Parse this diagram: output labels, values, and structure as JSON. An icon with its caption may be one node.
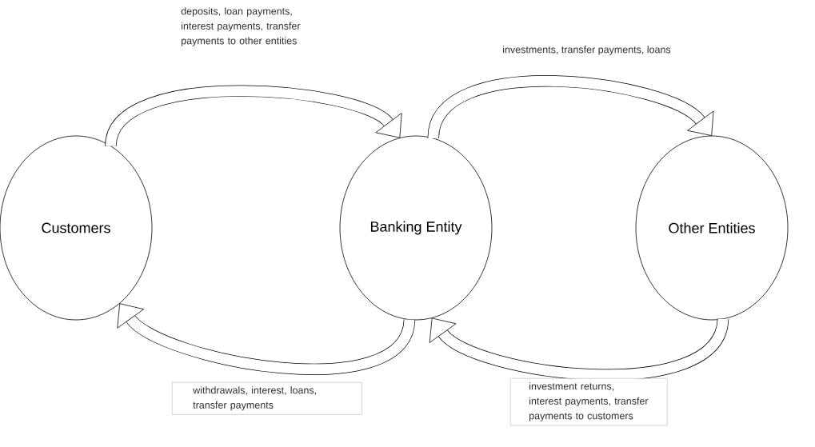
{
  "diagram": {
    "nodes": [
      {
        "text": [
          "Customers"
        ]
      },
      {
        "text": [
          "Banking Entity"
        ]
      },
      {
        "text": [
          "Other Entities"
        ]
      }
    ],
    "edges": [
      {
        "from": 0,
        "to": 1,
        "arrow": "to",
        "label": "deposits, loan payments, interest payments, transfer payments to other entities"
      },
      {
        "from": 1,
        "to": 2,
        "arrow": "to",
        "label": "investments, transfer payments, loans"
      },
      {
        "from": 1,
        "to": 0,
        "arrow": "to",
        "label": "withdrawals, interest, loans, transfer payments"
      },
      {
        "from": 2,
        "to": 1,
        "arrow": "to",
        "label": "investment returns, interest payments, transfer payments to customers"
      }
    ]
  }
}
